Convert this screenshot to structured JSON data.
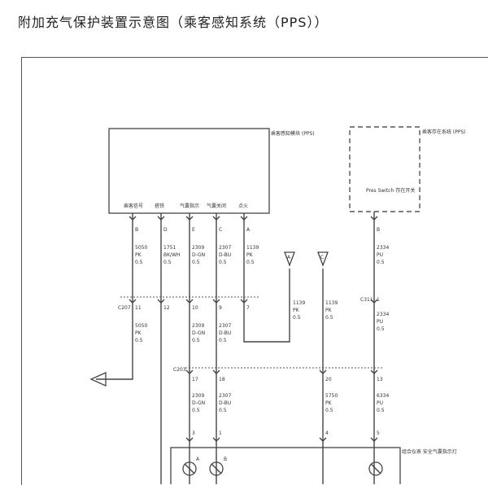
{
  "title": "附加充气保护装置示意图（乘客感知系统（PPS））",
  "module_label": "乘客感知模块 (PPS)",
  "presence_module_label": "乘客存在系统 (PPS)",
  "presence_switch_label": "Pres Switch 存在开关",
  "module_pins": [
    {
      "name": "乘客信号",
      "pin": "B"
    },
    {
      "name": "搭铁",
      "pin": "D"
    },
    {
      "name": "气囊指示",
      "pin": "E"
    },
    {
      "name": "气囊关闭",
      "pin": "C"
    },
    {
      "name": "点火",
      "pin": "A"
    }
  ],
  "upper_wires": [
    {
      "circuit": "5050",
      "color": "PK",
      "gauge": "0.5"
    },
    {
      "circuit": "1751",
      "color": "BK/WH",
      "gauge": "0.5"
    },
    {
      "circuit": "2309",
      "color": "D-GN",
      "gauge": "0.5"
    },
    {
      "circuit": "2307",
      "color": "D-BU",
      "gauge": "0.5"
    },
    {
      "circuit": "1139",
      "color": "PK",
      "gauge": "0.5"
    }
  ],
  "presence_pin": "B",
  "presence_wire": {
    "circuit": "2334",
    "color": "PU",
    "gauge": "0.5"
  },
  "upper_connector": {
    "name": "C207",
    "pins": [
      "11",
      "12",
      "10",
      "9",
      "7"
    ]
  },
  "presence_connector": {
    "name": "C311",
    "pin": "1"
  },
  "mid_wires": [
    {
      "circuit": "5050",
      "color": "PK",
      "gauge": "0.5"
    },
    {
      "circuit": "2309",
      "color": "D-GN",
      "gauge": "0.5"
    },
    {
      "circuit": "2307",
      "color": "D-BU",
      "gauge": "0.5"
    },
    {
      "circuit": "1139",
      "color": "PK",
      "gauge": "0.5"
    },
    {
      "circuit": "1139",
      "color": "PK",
      "gauge": "0.5"
    },
    {
      "circuit": "2334",
      "color": "PU",
      "gauge": "0.5"
    }
  ],
  "lower_connector": {
    "name": "C203",
    "pins": [
      "17",
      "18",
      "20",
      "13"
    ]
  },
  "lower_wires": [
    {
      "circuit": "2309",
      "color": "D-GN",
      "gauge": "0.5"
    },
    {
      "circuit": "2307",
      "color": "D-BU",
      "gauge": "0.5"
    },
    {
      "circuit": "5750",
      "color": "PK",
      "gauge": "0.5"
    },
    {
      "circuit": "6334",
      "color": "PU",
      "gauge": "0.5"
    }
  ],
  "cluster_pins": [
    "3",
    "1",
    "4",
    "5"
  ],
  "cluster_indicator_pins": [
    "A",
    "B"
  ],
  "cluster_label": "组合仪表 安全气囊指示灯",
  "ground_refs": [
    "A",
    "C"
  ]
}
